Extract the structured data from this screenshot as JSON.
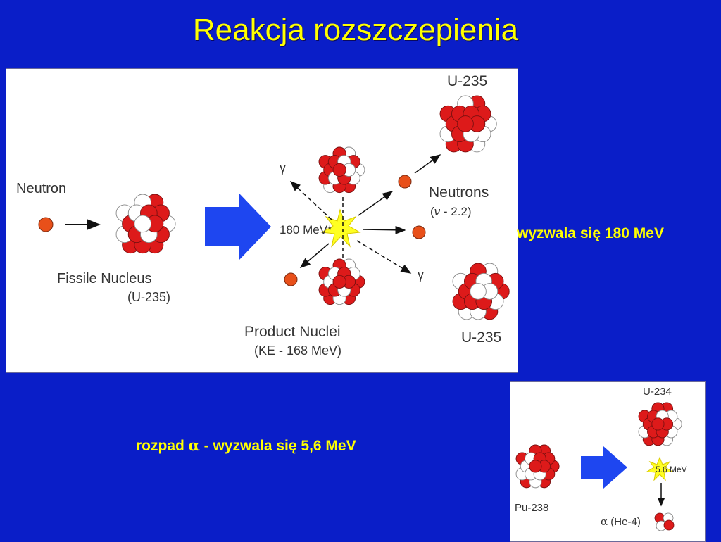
{
  "title": "Reakcja rozszczepienia",
  "fission": {
    "neutron_label": "Neutron",
    "fissile_label": "Fissile Nucleus",
    "fissile_sub": "(U-235)",
    "energy_label": "180 MeV*",
    "gamma": "γ",
    "product_label": "Product Nuclei",
    "product_sub": "(KE - 168 MeV)",
    "neutrons_label": "Neutrons",
    "neutrons_sub_symbol": "ν",
    "neutrons_sub_value": " - 2.2)",
    "neutrons_sub_open": "(",
    "u235_top": "U-235",
    "u235_bottom": "U-235",
    "caption": "wyzwala się 180 MeV"
  },
  "decay": {
    "caption_prefix": "rozpad ",
    "caption_symbol": "α",
    "caption_suffix": " - wyzwala się 5,6 MeV",
    "u234_label": "U-234",
    "pu238_label": "Pu-238",
    "energy_label": "5.6 MeV",
    "alpha_symbol": "α",
    "alpha_label": " (He-4)"
  },
  "colors": {
    "background": "#0a1ec8",
    "title": "#ffff00",
    "neutron": "#e8501a",
    "proton": "#dd1a1a",
    "arrow": "#1e46f0",
    "star": "#ffff22"
  }
}
